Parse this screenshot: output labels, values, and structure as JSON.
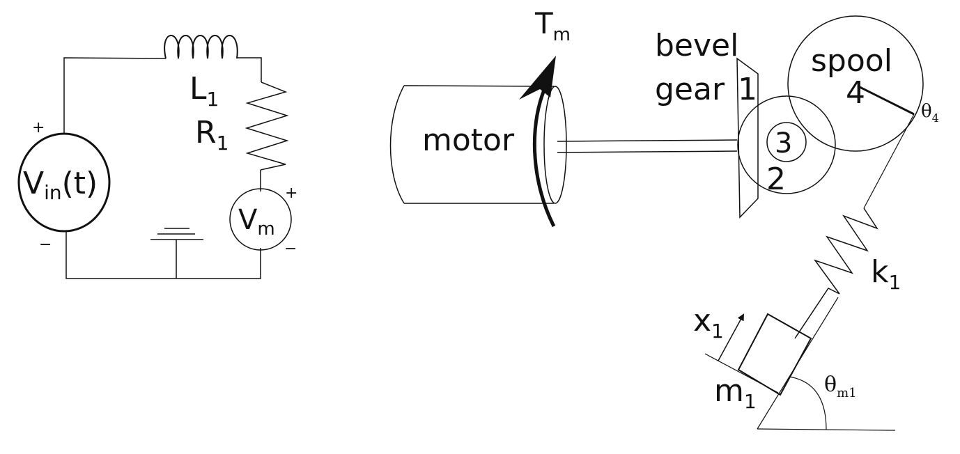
{
  "circuit": {
    "source": {
      "base": "V",
      "sub": "in",
      "tail": "(t)",
      "plus": "+",
      "minus": "−"
    },
    "inductor": {
      "base": "L",
      "sub": "1"
    },
    "resistor": {
      "base": "R",
      "sub": "1"
    },
    "meter": {
      "base": "V",
      "sub": "m",
      "plus": "+",
      "minus": "−"
    }
  },
  "mechanism": {
    "torque": {
      "base": "T",
      "sub": "m"
    },
    "motor_label": "motor",
    "bevel_gear_line1": "bevel",
    "bevel_gear_line2": "gear",
    "gear_1": "1",
    "gear_2": "2",
    "gear_3": "3",
    "spool_label": "spool",
    "gear_4": "4",
    "theta4": {
      "base": "θ",
      "sub": "4"
    },
    "spring": {
      "base": "k",
      "sub": "1"
    },
    "displacement": {
      "base": "x",
      "sub": "1"
    },
    "mass": {
      "base": "m",
      "sub": "1"
    },
    "theta_m1": {
      "base": "θ",
      "sub": "m1"
    }
  }
}
